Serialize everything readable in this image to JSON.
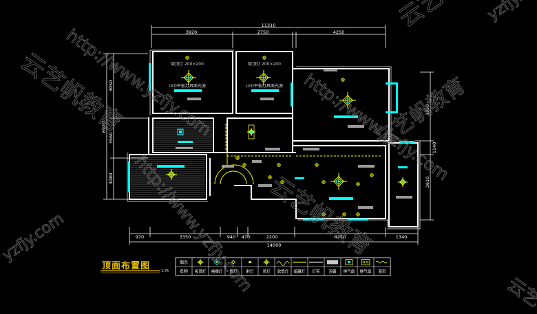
{
  "drawing": {
    "title": "顶面布置图",
    "scale": "1:75",
    "total_top_dim": "11310",
    "total_bottom_dim": "14000"
  },
  "dimensions": {
    "top": [
      "3920",
      "2750",
      "4250"
    ],
    "left": [
      "6920",
      "3050",
      "3560",
      "3080"
    ],
    "right": [
      "3350",
      "1140",
      "2610"
    ],
    "bottom": [
      "970",
      "3350",
      "940",
      "470",
      "2200",
      "4250",
      "1340"
    ]
  },
  "room_labels": {
    "r1": "吸顶灯 200×200",
    "r1_b": "LED平板灯具面光源",
    "r2": "吸顶灯 200×200",
    "r2_b": "LED平板灯具面光源"
  },
  "legend": {
    "header_symbol": "图示",
    "header_name": "名称",
    "items": [
      {
        "name": "吸顶灯",
        "icon": "ceiling-lamp-icon"
      },
      {
        "name": "格栅灯",
        "icon": "grid-lamp-icon"
      },
      {
        "name": "筒灯",
        "icon": "downlight-icon"
      },
      {
        "name": "射灯",
        "icon": "spotlight-icon"
      },
      {
        "name": "吊灯",
        "icon": "pendant-lamp-icon"
      },
      {
        "name": "软管灯",
        "icon": "hose-lamp-icon"
      },
      {
        "name": "暗藏灯",
        "icon": "hidden-lamp-icon"
      },
      {
        "name": "灯带",
        "icon": "light-strip-icon"
      },
      {
        "name": "浴霸",
        "icon": "bath-heater-icon"
      },
      {
        "name": "排气扇",
        "icon": "exhaust-fan-icon"
      },
      {
        "name": "换气扇",
        "icon": "vent-fan-icon"
      },
      {
        "name": "窗帘",
        "icon": "curtain-icon"
      }
    ]
  },
  "watermarks": [
    "http://www.yzfjy.com",
    "云艺帆教育",
    "yzfjy.com",
    "云艺帆教育",
    "http://www.yzfjy.com",
    "yzfjy.com",
    "云艺帆教育",
    "云艺"
  ],
  "colors": {
    "wall": "#ffffff",
    "cyan": "#00ffff",
    "yellow": "#ffff00",
    "gray": "#9a9a9a",
    "red": "#ff3030"
  }
}
